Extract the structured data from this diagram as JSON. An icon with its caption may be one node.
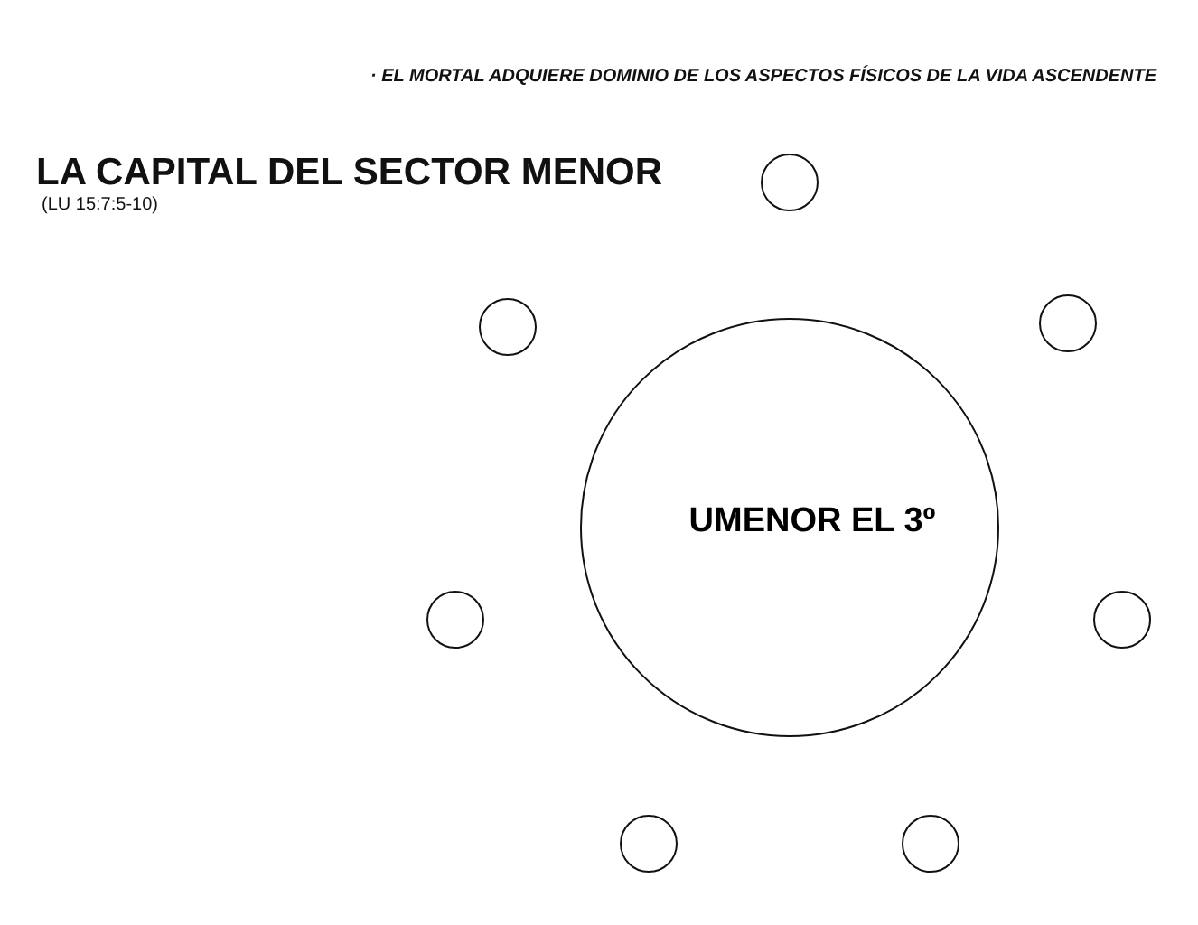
{
  "diagram": {
    "title": "LA CAPITAL DEL SECTOR MENOR",
    "nodes": [
      {
        "text": [
          "UMENOR EL 3º"
        ]
      },
      {
        "text": [],
        "shape": "circle"
      },
      {
        "text": [],
        "shape": "circle"
      },
      {
        "text": [],
        "shape": "circle"
      },
      {
        "text": [],
        "shape": "circle"
      },
      {
        "text": [],
        "shape": "circle"
      },
      {
        "text": [],
        "shape": "circle"
      },
      {
        "text": [],
        "shape": "circle"
      }
    ],
    "edges": [],
    "labels": [
      "· EL MORTAL ADQUIERE DOMINIO DE LOS ASPECTOS FÍSICOS DE LA VIDA ASCENDENTE",
      "(LU 15:7:5-10)"
    ]
  }
}
